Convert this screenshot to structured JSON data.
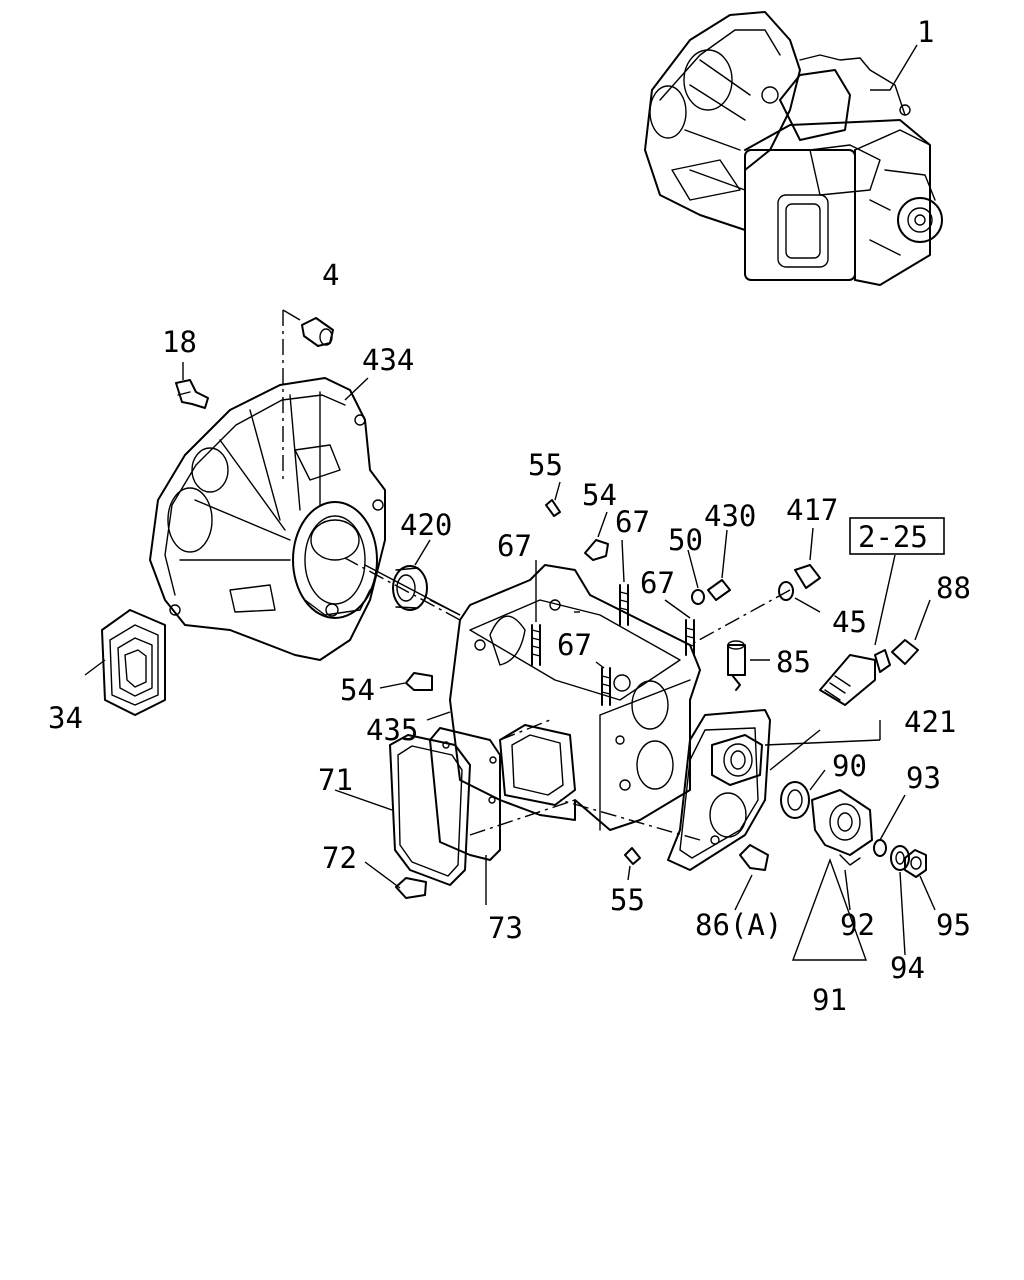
{
  "diagram": {
    "callouts": {
      "p1": "1",
      "p4": "4",
      "p18": "18",
      "p434": "434",
      "p55a": "55",
      "p54a": "54",
      "p67a": "67",
      "p430": "430",
      "p417": "417",
      "p2_25": "2-25",
      "p420": "420",
      "p67b": "67",
      "p50": "50",
      "p88": "88",
      "p67c": "67",
      "p45": "45",
      "p34": "34",
      "p54b": "54",
      "p67d": "67",
      "p85": "85",
      "p421": "421",
      "p435": "435",
      "p71": "71",
      "p90": "90",
      "p93": "93",
      "p72": "72",
      "p55b": "55",
      "p73": "73",
      "p86a": "86(A)",
      "p92": "92",
      "p95": "95",
      "p94": "94",
      "p91": "91"
    }
  }
}
